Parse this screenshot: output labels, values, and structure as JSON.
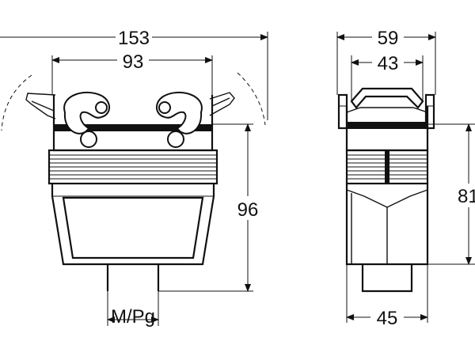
{
  "dimensions": {
    "front_overall_width": "153",
    "front_latch_pitch": "93",
    "front_height": "96",
    "cable_entry_thread": "M/Pg",
    "side_overall_width": "59",
    "side_handle_width": "43",
    "side_height": "81",
    "side_base_width": "45"
  }
}
